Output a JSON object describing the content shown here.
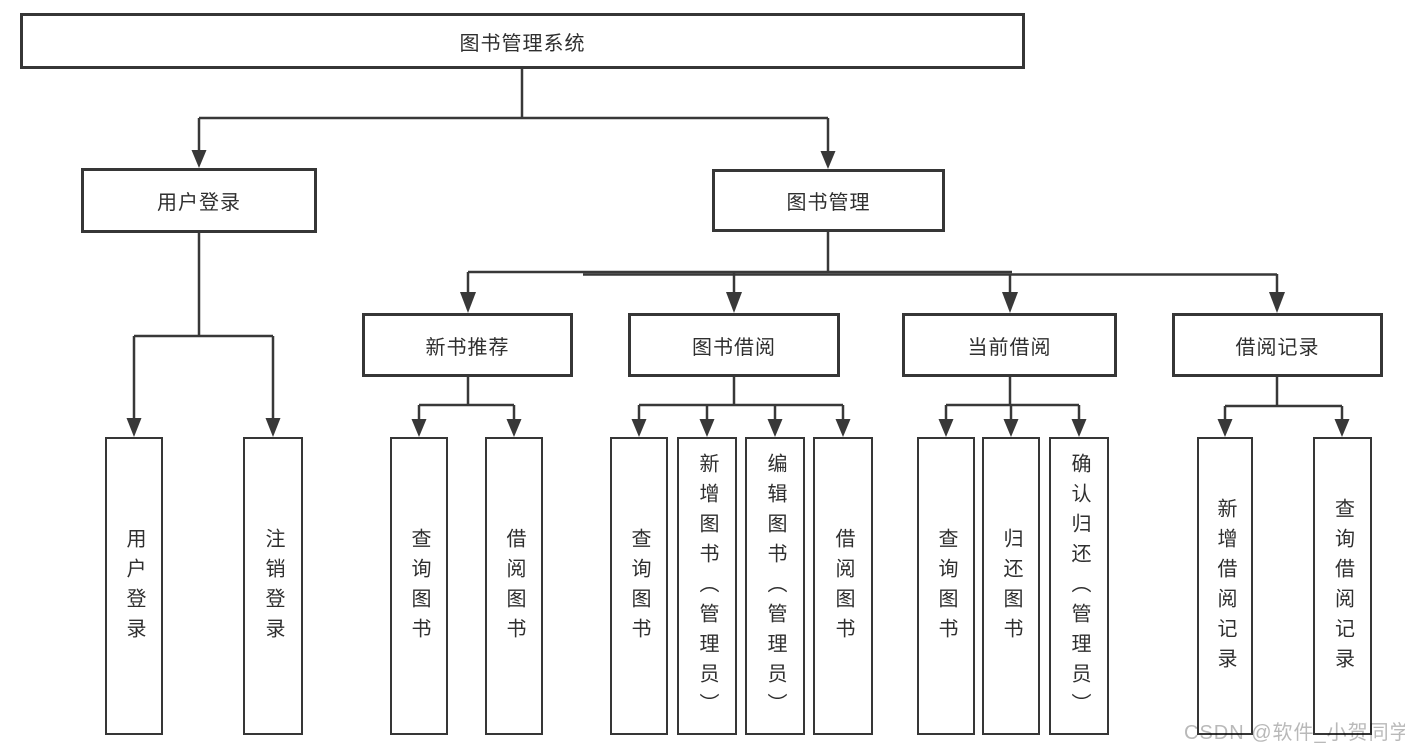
{
  "diagram": {
    "root": "图书管理系统",
    "level2": {
      "user_login": "用户登录",
      "book_management": "图书管理"
    },
    "level3": {
      "new_book_recommend": "新书推荐",
      "book_borrow": "图书借阅",
      "current_borrow": "当前借阅",
      "borrow_records": "借阅记录"
    },
    "leaves": {
      "login": [
        "用户登录",
        "注销登录"
      ],
      "new_book_recommend": [
        "查询图书",
        "借阅图书"
      ],
      "book_borrow": [
        "查询图书",
        "新增图书（管理员）",
        "编辑图书（管理员）",
        "借阅图书"
      ],
      "current_borrow": [
        "查询图书",
        "归还图书",
        "确认归还（管理员）"
      ],
      "borrow_records": [
        "新增借阅记录",
        "查询借阅记录"
      ]
    }
  },
  "watermark": "CSDN @软件_小贺同学",
  "colors": {
    "line": "#383838",
    "box_border": "#363636",
    "text": "#2f2f2f",
    "watermark": "#b9b9b9",
    "background": "#ffffff"
  }
}
